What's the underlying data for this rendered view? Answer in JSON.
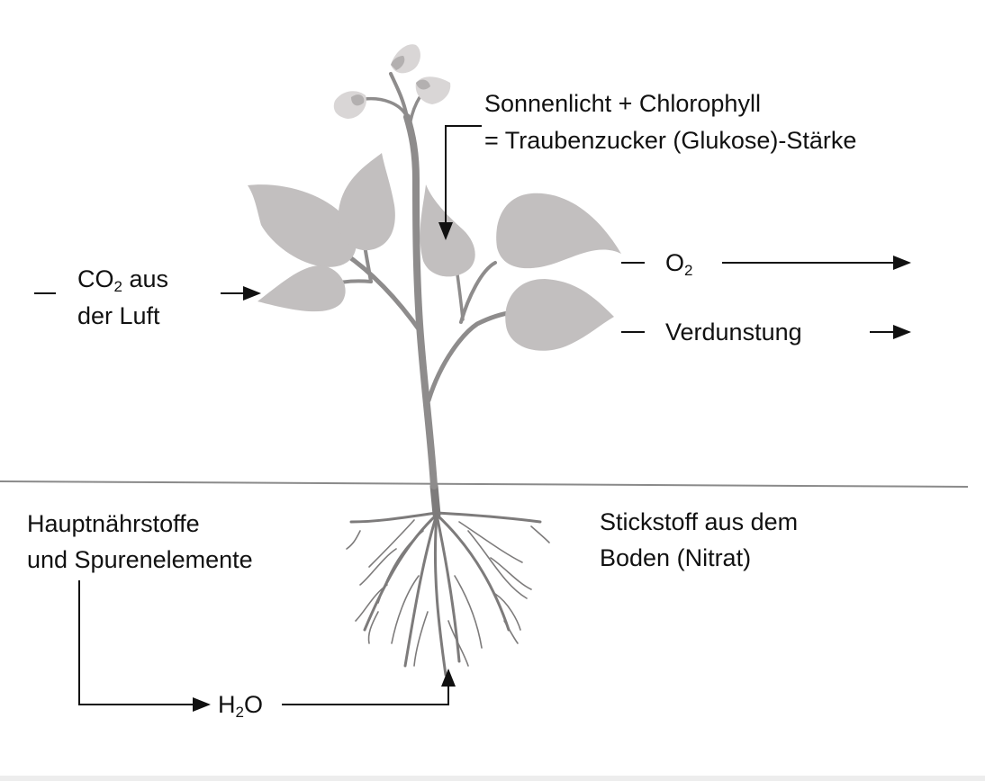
{
  "colors": {
    "leaf": "#c2bfbf",
    "leaf_light": "#d9d6d6",
    "stem": "#8e8c8c",
    "root": "#7d7b7b",
    "ground": "#8a8a8a",
    "text": "#111111",
    "arrow": "#111111"
  },
  "labels": {
    "photosynthesis_line1": "Sonnenlicht + Chlorophyll",
    "photosynthesis_line2": "= Traubenzucker (Glukose)-Stärke",
    "co2_main": "CO",
    "co2_sub": "2",
    "co2_suffix": " aus",
    "co2_line2": "der Luft",
    "o2_main": "O",
    "o2_sub": "2",
    "transpiration": "Verdunstung",
    "nutrients_line1": "Hauptnährstoffe",
    "nutrients_line2": "und Spurenelemente",
    "nitrogen_line1": "Stickstoff aus dem",
    "nitrogen_line2": "Boden (Nitrat)",
    "water_main": "H",
    "water_sub": "2",
    "water_suffix": "O"
  }
}
